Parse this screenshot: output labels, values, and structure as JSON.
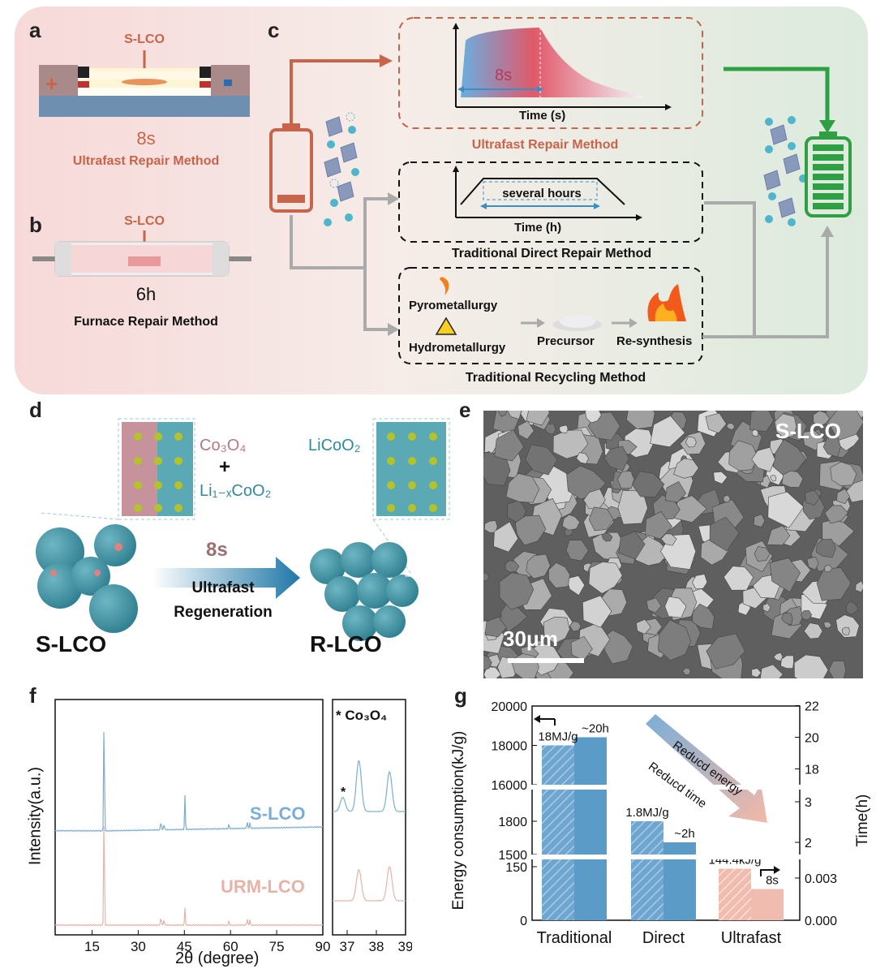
{
  "panel_labels": {
    "a": "a",
    "b": "b",
    "c": "c",
    "d": "d",
    "e": "e",
    "f": "f",
    "g": "g"
  },
  "colors": {
    "ultrafast": "#c8644a",
    "recycle_gray": "#a9a9a9",
    "green": "#2ea043",
    "teal": "#3b8ea5",
    "blue": "#5b9bc7",
    "pink": "#e8b3a6"
  },
  "panel_a": {
    "target": "S-LCO",
    "time": "8s",
    "method": "Ultrafast Repair Method",
    "plus": "+"
  },
  "panel_b": {
    "target": "S-LCO",
    "time": "6h",
    "method": "Furnace Repair Method"
  },
  "panel_c": {
    "ultrafast_box": {
      "duration": "8s",
      "x_axis": "Time (s)",
      "caption": "Ultrafast Repair Method"
    },
    "direct_box": {
      "duration": "several hours",
      "x_axis": "Time (h)",
      "caption": "Traditional Direct Repair Method"
    },
    "recycling_box": {
      "pyro": "Pyrometallurgy",
      "hydro": "Hydrometallurgy",
      "precursor": "Precursor",
      "resynthesis": "Re-synthesis",
      "caption": "Traditional Recycling Method"
    }
  },
  "panel_d": {
    "left_compound_1": "Co₃O₄",
    "plus": "+",
    "left_compound_2": "Li₁₋ₓCoO₂",
    "right_compound": "LiCoO₂",
    "time": "8s",
    "process_line1": "Ultrafast",
    "process_line2": "Regeneration",
    "left_label": "S-LCO",
    "right_label": "R-LCO"
  },
  "panel_e": {
    "label": "S-LCO",
    "scale": "30μm"
  },
  "panel_f": {
    "ylabel": "Intensity(a.u.)",
    "xlabel": "2θ (degree)",
    "series_top": "S-LCO",
    "series_bottom": "URM-LCO",
    "inset_legend": "* Co₃O₄",
    "star": "*"
  },
  "panel_g": {
    "ylabel_left": "Energy consumption(kJ/g)",
    "ylabel_right": "Time(h)",
    "arrow_energy": "Reducd energy",
    "arrow_time": "Reducd time"
  },
  "chart_data": [
    {
      "type": "line",
      "title": "",
      "xlabel": "2θ (degree)",
      "ylabel": "Intensity(a.u.)",
      "xlim": [
        3,
        90
      ],
      "x_ticks": [
        15,
        30,
        45,
        60,
        75,
        90
      ],
      "series": [
        {
          "name": "S-LCO",
          "peaks": [
            [
              18.9,
              1.0
            ],
            [
              37.4,
              0.08
            ],
            [
              38.4,
              0.05
            ],
            [
              45.2,
              0.28
            ],
            [
              59.5,
              0.04
            ],
            [
              65.4,
              0.06
            ],
            [
              66.3,
              0.05
            ]
          ]
        },
        {
          "name": "URM-LCO",
          "peaks": [
            [
              18.9,
              1.0
            ],
            [
              37.4,
              0.08
            ],
            [
              38.4,
              0.05
            ],
            [
              45.2,
              0.14
            ],
            [
              59.5,
              0.04
            ],
            [
              65.4,
              0.06
            ],
            [
              66.3,
              0.05
            ]
          ]
        }
      ],
      "inset": {
        "xlim": [
          36.5,
          39
        ],
        "x_ticks": [
          37,
          38,
          39
        ],
        "S-LCO_peaks": [
          [
            36.85,
            0.25
          ],
          [
            37.4,
            0.9
          ],
          [
            38.45,
            0.7
          ]
        ],
        "URM-LCO_peaks": [
          [
            37.4,
            0.55
          ],
          [
            38.45,
            0.6
          ]
        ]
      }
    },
    {
      "type": "bar",
      "title": "",
      "categories": [
        "Traditional",
        "Direct",
        "Ultrafast"
      ],
      "ylabel": "Energy consumption(kJ/g)",
      "ylabel_right": "Time(h)",
      "series": [
        {
          "values": [
            18000,
            1800,
            144.4
          ],
          "labels": [
            "18MJ/g",
            "1.8MJ/g",
            "144.4kJ/g"
          ]
        },
        {
          "values": [
            20,
            2,
            0.00222
          ],
          "labels": [
            "~20h",
            "~2h",
            "8s"
          ]
        }
      ],
      "left_ticks": [
        "0",
        "150",
        "1500",
        "1800",
        "16000",
        "18000",
        "20000"
      ],
      "right_ticks": [
        "0.000",
        "0.003",
        "2",
        "3",
        "18",
        "20",
        "22"
      ]
    }
  ]
}
